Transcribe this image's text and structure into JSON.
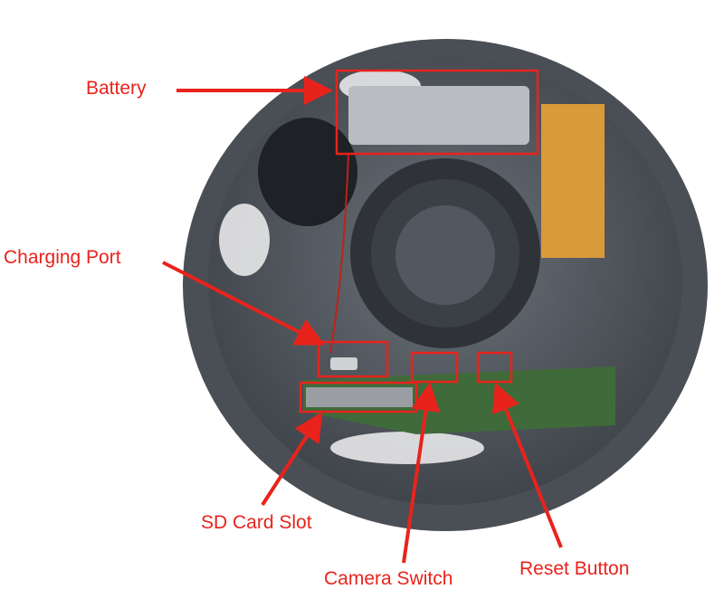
{
  "labels": {
    "battery": "Battery",
    "charging_port": "Charging Port",
    "sd_card_slot": "SD Card Slot",
    "camera_switch": "Camera Switch",
    "reset_button": "Reset Button"
  },
  "colors": {
    "annotation": "#e8231c",
    "housing": "#4a4f55",
    "pcb": "#3f6b3a"
  }
}
